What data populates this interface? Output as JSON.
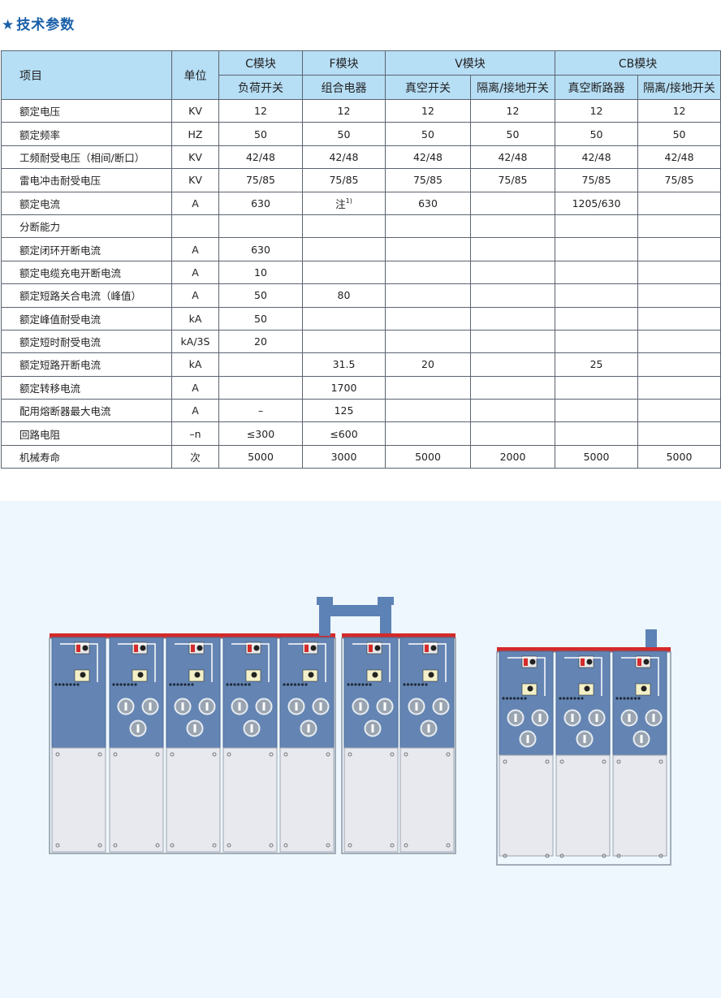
{
  "section_title": "技术参数",
  "table": {
    "header": {
      "item": "项目",
      "unit": "单位",
      "groups": [
        "C模块",
        "F模块",
        "V模块",
        "CB模块"
      ],
      "subs": [
        "负荷开关",
        "组合电器",
        "真空开关",
        "隔离/接地开关",
        "真空断路器",
        "隔离/接地开关"
      ]
    },
    "rows": [
      {
        "item": "额定电压",
        "unit": "KV",
        "v": [
          "12",
          "12",
          "12",
          "12",
          "12",
          "12"
        ]
      },
      {
        "item": "额定频率",
        "unit": "HZ",
        "v": [
          "50",
          "50",
          "50",
          "50",
          "50",
          "50"
        ]
      },
      {
        "item": "工频耐受电压（相间/断口）",
        "unit": "KV",
        "v": [
          "42/48",
          "42/48",
          "42/48",
          "42/48",
          "42/48",
          "42/48"
        ]
      },
      {
        "item": "雷电冲击耐受电压",
        "unit": "KV",
        "v": [
          "75/85",
          "75/85",
          "75/85",
          "75/85",
          "75/85",
          "75/85"
        ]
      },
      {
        "item": "额定电流",
        "unit": "A",
        "v": [
          "630",
          "注",
          "630",
          "",
          "1205/630",
          ""
        ]
      },
      {
        "item": "分断能力",
        "unit": "",
        "v": [
          "",
          "",
          "",
          "",
          "",
          ""
        ]
      },
      {
        "item": "额定闭环开断电流",
        "unit": "A",
        "v": [
          "630",
          "",
          "",
          "",
          "",
          ""
        ]
      },
      {
        "item": "额定电缆充电开断电流",
        "unit": "A",
        "v": [
          "10",
          "",
          "",
          "",
          "",
          ""
        ]
      },
      {
        "item": "额定短路关合电流（峰值）",
        "unit": "A",
        "v": [
          "50",
          "80",
          "",
          "",
          "",
          ""
        ]
      },
      {
        "item": "额定峰值耐受电流",
        "unit": "kA",
        "v": [
          "50",
          "",
          "",
          "",
          "",
          ""
        ]
      },
      {
        "item": "额定短时耐受电流",
        "unit": "kA/3S",
        "v": [
          "20",
          "",
          "",
          "",
          "",
          ""
        ]
      },
      {
        "item": "额定短路开断电流",
        "unit": "kA",
        "v": [
          "",
          "31.5",
          "20",
          "",
          "25",
          ""
        ]
      },
      {
        "item": "额定转移电流",
        "unit": "A",
        "v": [
          "",
          "1700",
          "",
          "",
          "",
          ""
        ]
      },
      {
        "item": "配用熔断器最大电流",
        "unit": "A",
        "v": [
          "–",
          "125",
          "",
          "",
          "",
          ""
        ]
      },
      {
        "item": "回路电阻",
        "unit": "–n",
        "v": [
          "≤300",
          "≤600",
          "",
          "",
          "",
          ""
        ]
      },
      {
        "item": "机械寿命",
        "unit": "次",
        "v": [
          "5000",
          "3000",
          "5000",
          "2000",
          "5000",
          "5000"
        ]
      }
    ],
    "note_mark": "1)"
  },
  "colors": {
    "header_bg": "#b6def5",
    "title": "#1a5fa8",
    "cabinet_blue": "#6485b3",
    "cabinet_lower": "#e7e9ee",
    "top_red": "#d42a2a",
    "diagram_bg": "#eef7fd"
  }
}
